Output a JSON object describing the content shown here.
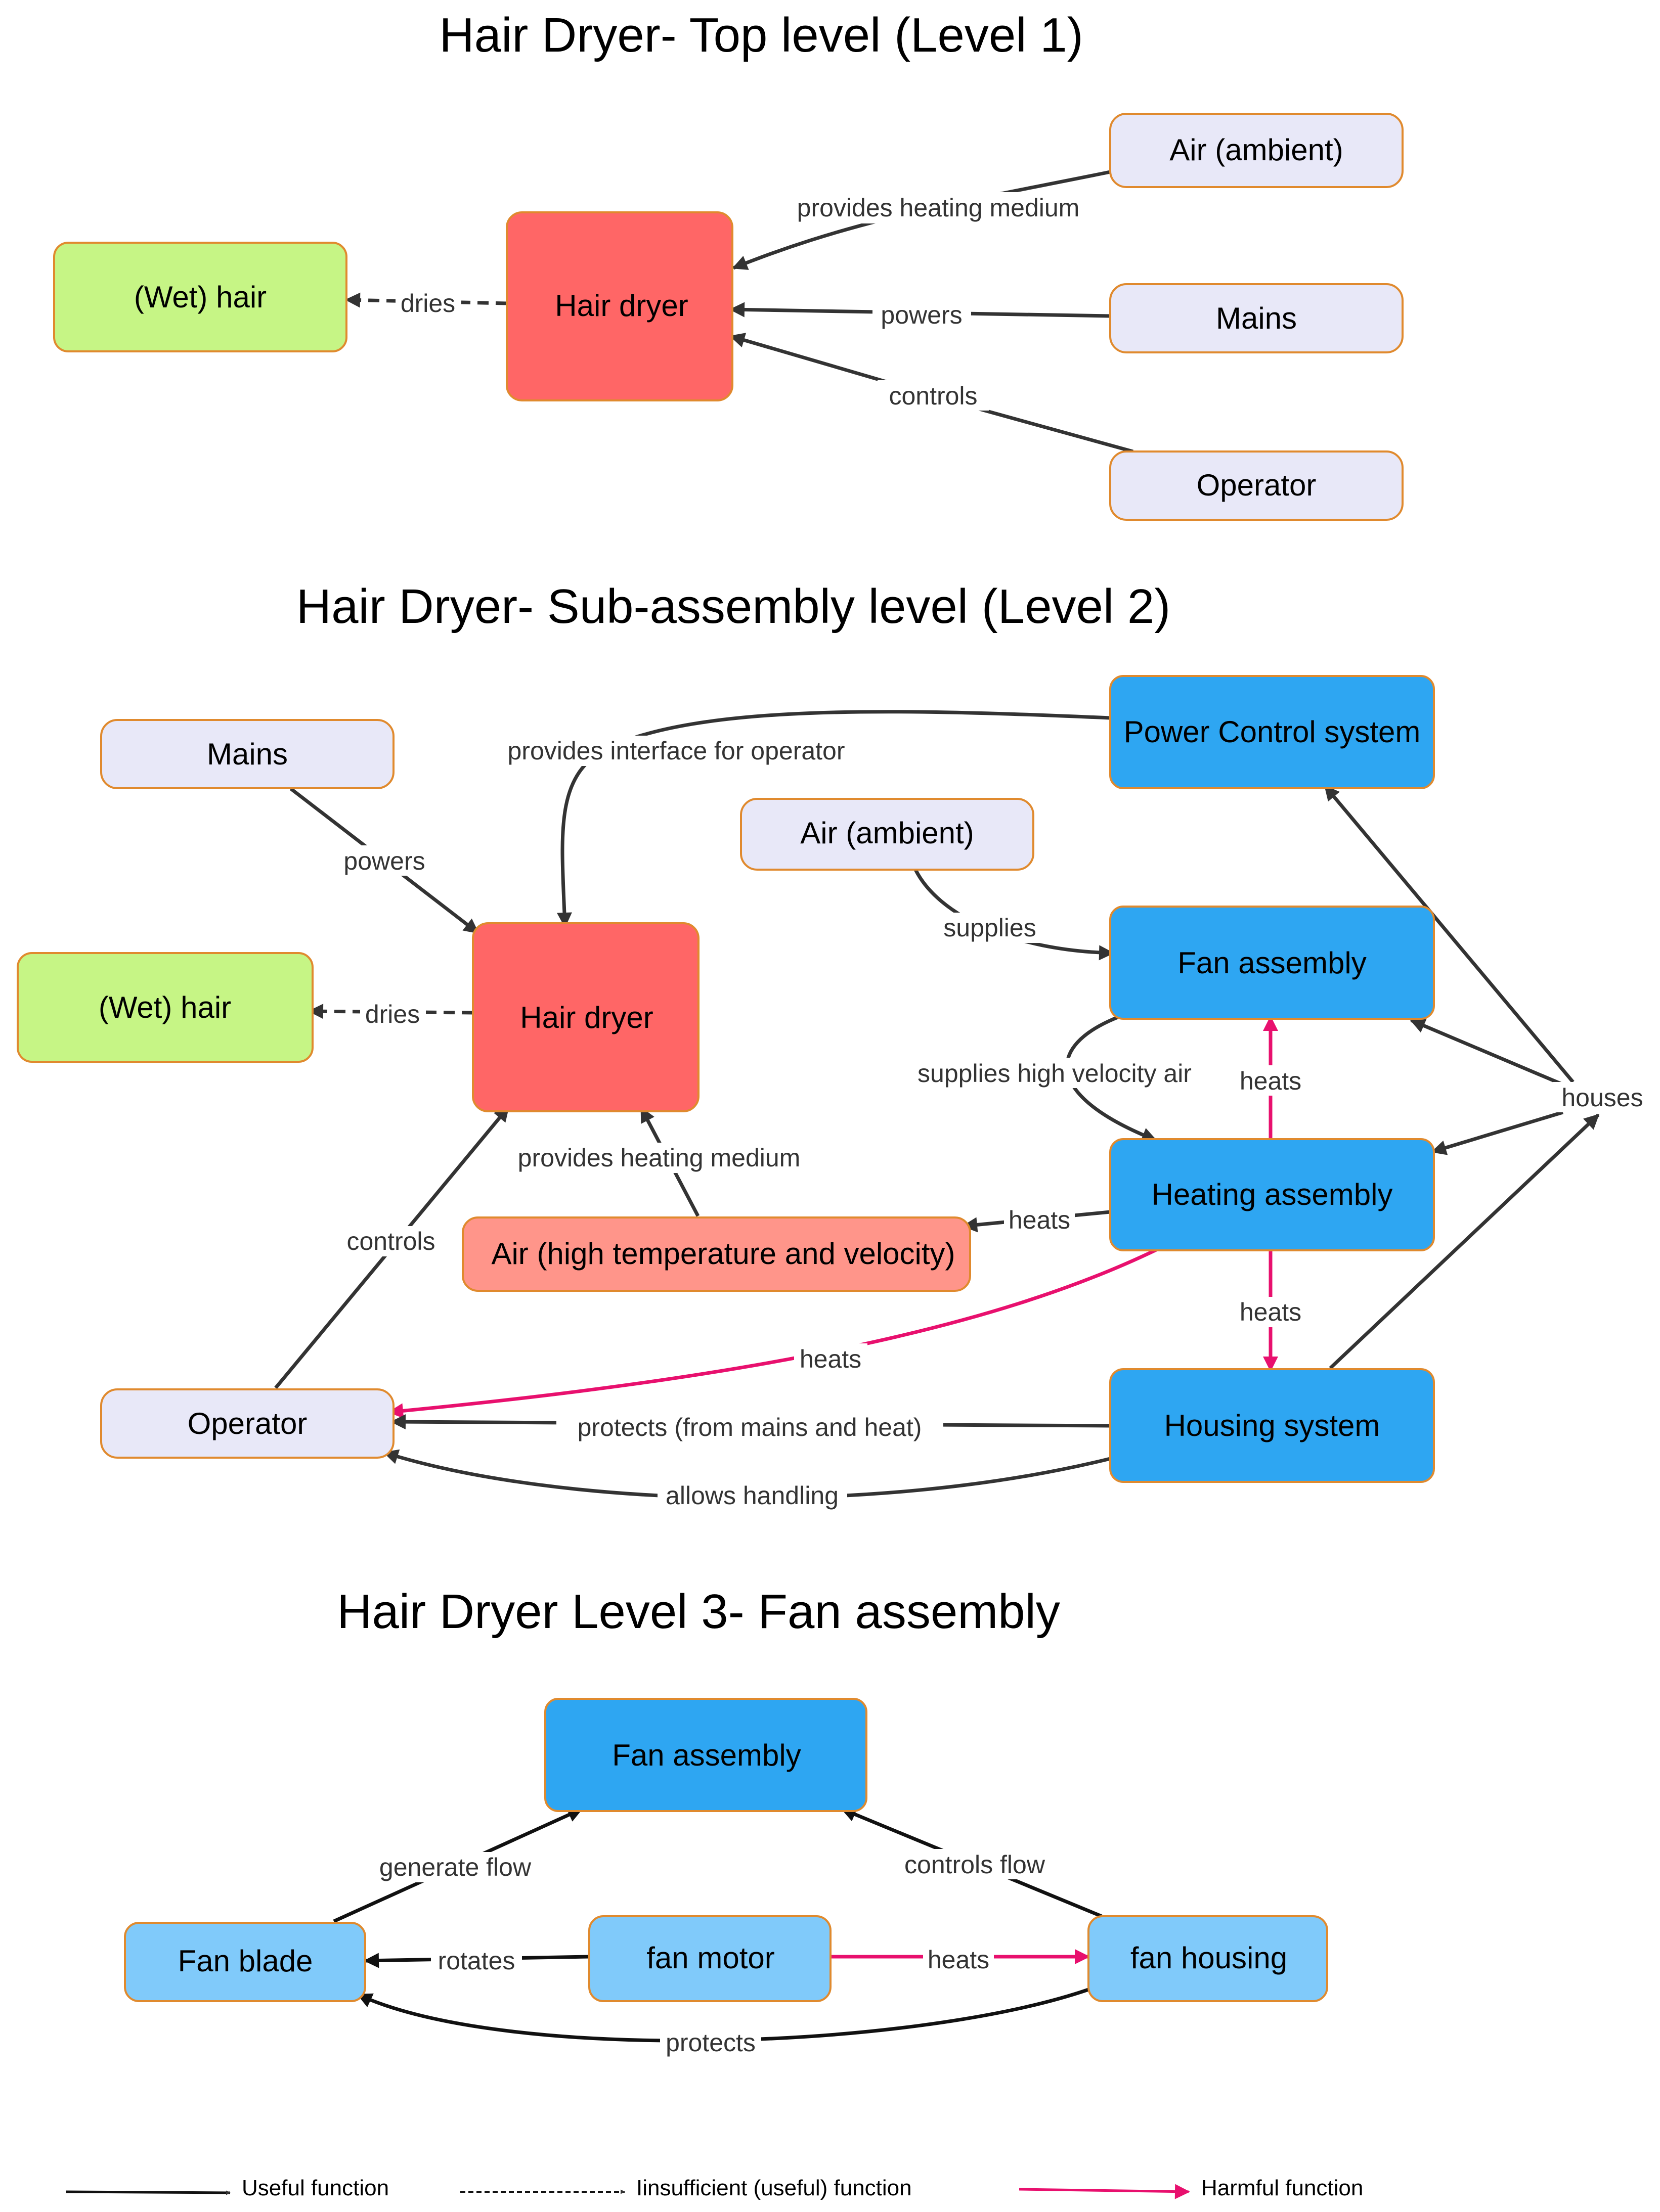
{
  "titles": {
    "level1": "Hair Dryer- Top level (Level 1)",
    "level2": "Hair Dryer- Sub-assembly level (Level 2)",
    "level3": "Hair Dryer Level 3- Fan assembly"
  },
  "colors": {
    "target": "#C6F585",
    "product": "#FF6666",
    "hot_air": "#FF958A",
    "external": "#E8E8F8",
    "subsystem": "#2EA6F2",
    "component": "#80CAFA",
    "node_border": "#E08A2E",
    "useful": "#333333",
    "harmful": "#E8106E"
  },
  "level1": {
    "nodes": {
      "wet_hair": "(Wet) hair",
      "hair_dryer": "Hair dryer",
      "air_ambient": "Air (ambient)",
      "mains": "Mains",
      "operator": "Operator"
    },
    "edges": {
      "dries": "dries",
      "provides_heating_medium": "provides heating medium",
      "powers": "powers",
      "controls": "controls"
    }
  },
  "level2": {
    "nodes": {
      "mains": "Mains",
      "wet_hair": "(Wet) hair",
      "hair_dryer": "Hair dryer",
      "air_hot": "Air (high temperature and velocity)",
      "operator": "Operator",
      "air_ambient": "Air (ambient)",
      "power_control": "Power Control system",
      "fan_assembly": "Fan assembly",
      "heating_assembly": "Heating assembly",
      "housing_system": "Housing system"
    },
    "edges": {
      "powers": "powers",
      "dries": "dries",
      "provides_interface": "provides interface for operator",
      "supplies": "supplies",
      "supplies_high_velocity": "supplies high velocity air",
      "heats_fan": "heats",
      "houses": "houses",
      "heats_air": "heats",
      "provides_heating_medium": "provides heating medium",
      "controls": "controls",
      "heats_housing": "heats",
      "heats_operator": "heats",
      "protects": "protects (from mains and heat)",
      "allows_handling": "allows handling"
    }
  },
  "level3": {
    "nodes": {
      "fan_assembly": "Fan assembly",
      "fan_blade": "Fan blade",
      "fan_motor": "fan motor",
      "fan_housing": "fan housing"
    },
    "edges": {
      "generate_flow": "generate flow",
      "controls_flow": "controls flow",
      "rotates": "rotates",
      "heats": "heats",
      "protects": "protects"
    }
  },
  "legend": {
    "useful": "Useful function",
    "insufficient": "Iinsufficient (useful) function",
    "harmful": "Harmful function"
  }
}
